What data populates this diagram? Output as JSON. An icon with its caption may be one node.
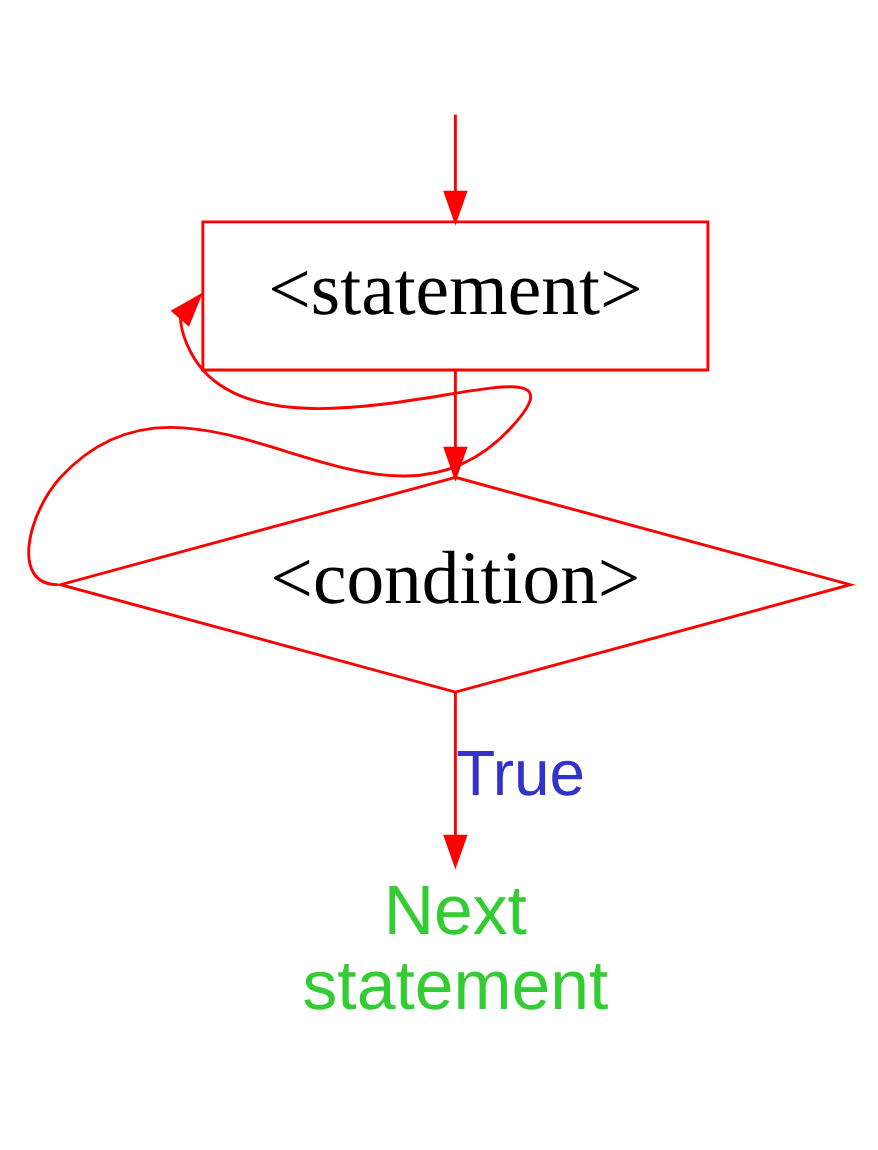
{
  "diagram": {
    "nodes": [
      {
        "text": [
          "<statement>"
        ]
      },
      {
        "text": [
          "<condition>"
        ]
      },
      {
        "text": [
          "Next statement"
        ]
      }
    ],
    "edges": [
      {
        "from": null,
        "to": 0,
        "arrow": "to"
      },
      {
        "from": 0,
        "to": 1,
        "arrow": "to"
      },
      {
        "from": 1,
        "to": 0,
        "arrow": "to"
      },
      {
        "from": 1,
        "to": 2,
        "arrow": "to",
        "label": "True"
      }
    ]
  }
}
